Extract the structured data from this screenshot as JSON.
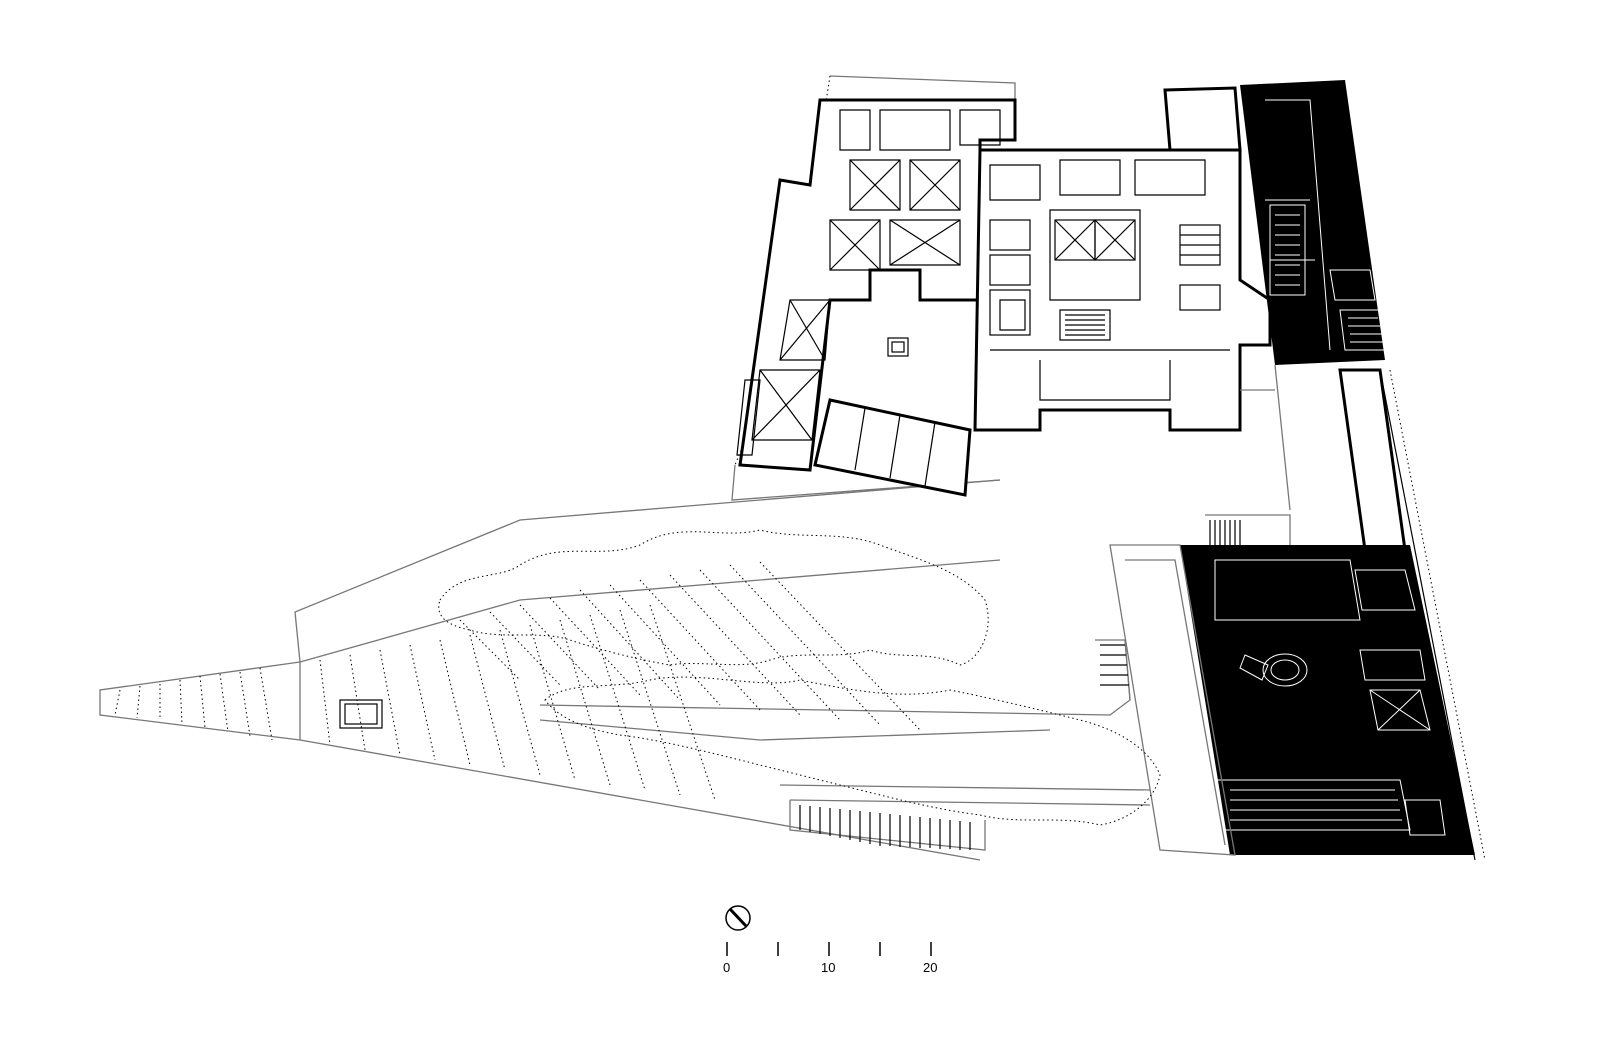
{
  "drawing": {
    "north_arrow_icon": "north-arrow-icon",
    "scale_bar": {
      "labels": [
        "0",
        "10",
        "20"
      ],
      "tick_count": 5
    }
  },
  "colors": {
    "ink": "#000000",
    "paper": "#ffffff",
    "secondary_line": "#777777"
  }
}
